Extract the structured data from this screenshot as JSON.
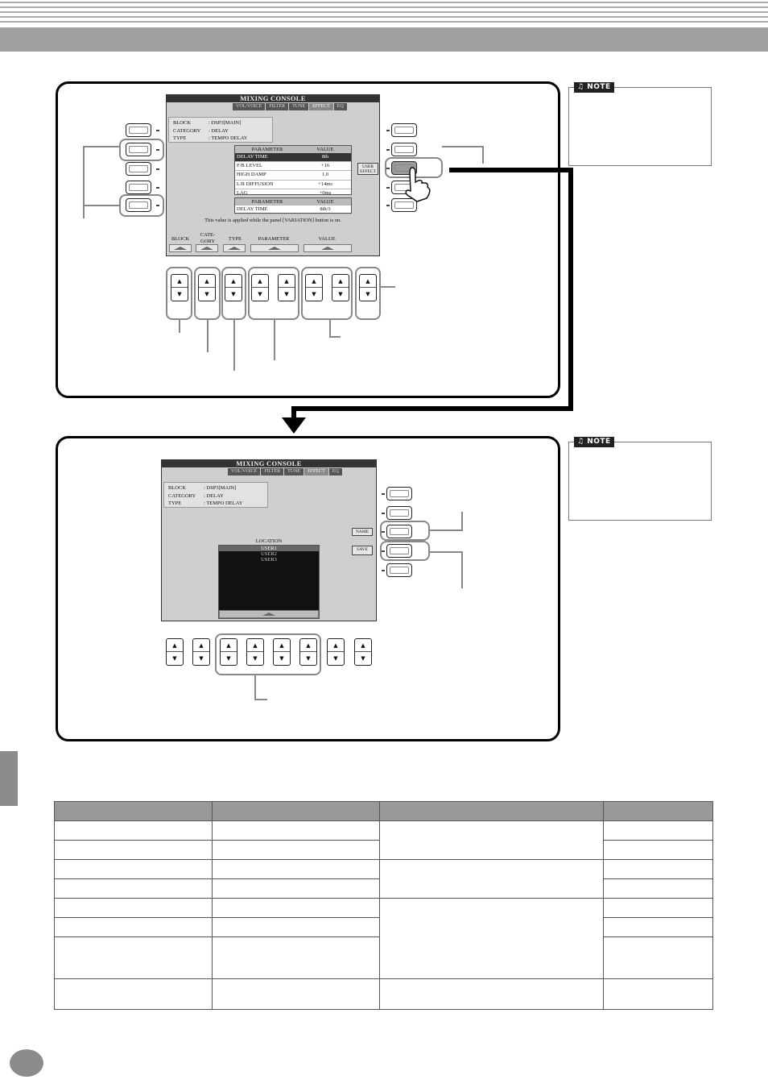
{
  "screen1": {
    "title": "MIXING CONSOLE",
    "tabs": [
      "VOL/VOICE",
      "FILTER",
      "TUNE",
      "EFFECT",
      "EQ"
    ],
    "active_tab": "EFFECT",
    "info": [
      {
        "key": "BLOCK",
        "value": ": DSP3[MAIN]"
      },
      {
        "key": "CATEGORY",
        "value": ": DELAY"
      },
      {
        "key": "TYPE",
        "value": ": TEMPO DELAY"
      }
    ],
    "param_header": {
      "name": "PARAMETER",
      "value": "VALUE"
    },
    "params": [
      {
        "name": "DELAY TIME",
        "value": "8th",
        "selected": true
      },
      {
        "name": "F/B LEVEL",
        "value": "+16",
        "selected": false
      },
      {
        "name": "HIGH DAMP",
        "value": "1.0",
        "selected": false
      },
      {
        "name": "L/R DIFFUSION",
        "value": "+14ms",
        "selected": false
      },
      {
        "name": "LAG",
        "value": "+0ms",
        "selected": false
      }
    ],
    "param2_header": {
      "name": "PARAMETER",
      "value": "VALUE"
    },
    "params2": [
      {
        "name": "DELAY TIME",
        "value": "8th/3"
      }
    ],
    "hint": "This value is applied while the panel [VARIATION] button is on.",
    "user_effect_label": "USER EFFECT",
    "bottom_labels": [
      "BLOCK",
      "CATE-GORY",
      "TYPE",
      "PARAMETER",
      "VALUE"
    ]
  },
  "screen2": {
    "title": "MIXING CONSOLE",
    "tabs": [
      "VOL/VOICE",
      "FILTER",
      "TUNE",
      "EFFECT",
      "EQ"
    ],
    "active_tab": "EFFECT",
    "info": [
      {
        "key": "BLOCK",
        "value": ": DSP3[MAIN]"
      },
      {
        "key": "CATEGORY",
        "value": ": DELAY"
      },
      {
        "key": "TYPE",
        "value": ": TEMPO DELAY"
      }
    ],
    "location_label": "LOCATION",
    "locations": [
      "USER1",
      "USER2",
      "USER3"
    ],
    "name_label": "NAME",
    "save_label": "SAVE"
  },
  "note_badge": "NOTE"
}
